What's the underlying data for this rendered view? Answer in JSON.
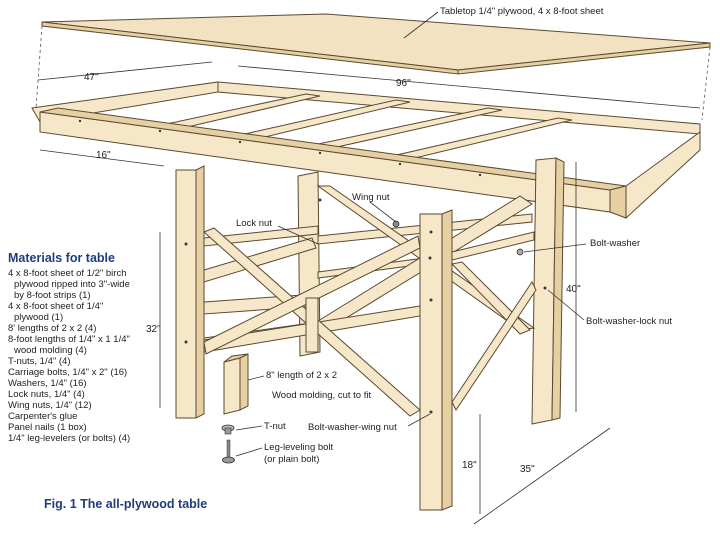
{
  "labels": {
    "tabletop": "Tabletop 1/4\" plywood, 4 x 8-foot sheet",
    "wing_nut": "Wing nut",
    "lock_nut": "Lock nut",
    "bolt_washer": "Bolt-washer",
    "bolt_washer_lock_nut": "Bolt-washer-lock nut",
    "length_2x2": "8\" length of 2 x 2",
    "wood_molding": "Wood molding, cut to fit",
    "bolt_washer_wing_nut": "Bolt-washer-wing nut",
    "t_nut": "T-nut",
    "leg_leveling_bolt": "Leg-leveling bolt",
    "plain_bolt": "(or plain bolt)"
  },
  "dimensions": {
    "d47": "47\"",
    "d96": "96\"",
    "d16": "16\"",
    "d32": "32\"",
    "d40": "40\"",
    "d18": "18\"",
    "d35": "35\""
  },
  "materials": {
    "title": "Materials for table",
    "lines": [
      "4 x 8-foot sheet of 1/2\" birch",
      "plywood ripped into 3\"-wide",
      "by 8-foot strips (1)",
      "4 x 8-foot sheet of 1/4\"",
      "plywood (1)",
      "8' lengths of 2 x 2 (4)",
      "8-foot lengths of 1/4\" x 1 1/4\"",
      "wood molding (4)",
      "T-nuts, 1/4\" (4)",
      "Carriage bolts, 1/4\" x 2\" (16)",
      "Washers, 1/4\" (16)",
      "Lock nuts, 1/4\" (4)",
      "Wing nuts, 1/4\" (12)",
      "Carpenter's glue",
      "Panel nails (1 box)",
      "1/4\" leg-levelers (or bolts) (4)"
    ]
  },
  "figure_caption": "Fig. 1 The all-plywood table"
}
